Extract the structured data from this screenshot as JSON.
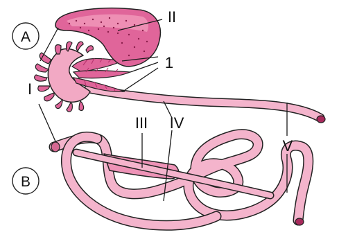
{
  "colors": {
    "tube_fill": "#f4b4cc",
    "tube_highlight": "#fbe0ea",
    "gland_fill": "#e0659a",
    "gland_dark": "#b8326e",
    "tip": "#a82a5c",
    "outline": "#222222"
  },
  "panels": [
    {
      "id": "A",
      "label": "A"
    },
    {
      "id": "B",
      "label": "B"
    }
  ],
  "labels": {
    "I": "I",
    "II": "II",
    "one": "1",
    "III": "III",
    "IV": "IV",
    "V": "V"
  }
}
